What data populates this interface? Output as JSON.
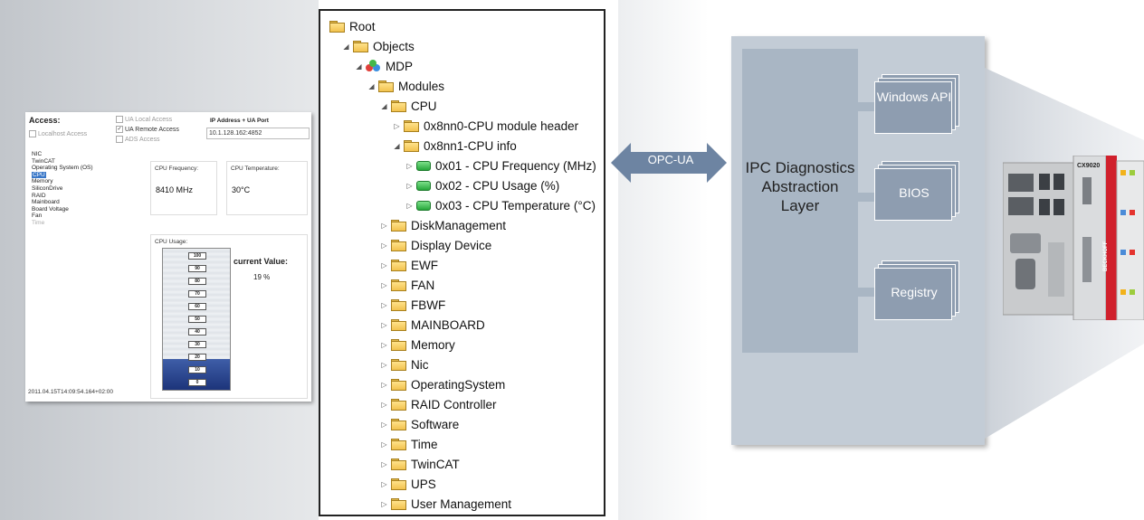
{
  "diag_window": {
    "access_title": "Access:",
    "localhost_access": "Localhost Access",
    "ua_local_access": "UA Local Access",
    "ua_remote_access": "UA Remote Access",
    "ads_access": "ADS Access",
    "ip_label": "IP Address + UA Port",
    "ip_value": "10.1.128.162:4852",
    "nav_items": [
      "NIC",
      "TwinCAT",
      "Operating System (OS)",
      "CPU",
      "Memory",
      "SiliconDrive",
      "RAID",
      "Mainboard",
      "Board Voltage",
      "Fan",
      "Time"
    ],
    "cpu_freq_title": "CPU Frequency:",
    "cpu_freq_value": "8410 MHz",
    "cpu_temp_title": "CPU Temperature:",
    "cpu_temp_value": "30°C",
    "cpu_usage_title": "CPU Usage:",
    "gauge_ticks": [
      "100",
      "90",
      "80",
      "70",
      "60",
      "50",
      "40",
      "30",
      "20",
      "10",
      "0"
    ],
    "gauge_level": 0.19,
    "current_value_title": "current Value:",
    "current_value": "19 %",
    "timestamp": "2011.04.15T14:09:54.164+02:00"
  },
  "tree": {
    "nodes": [
      {
        "label": "Root",
        "level": 0,
        "icon": "folder",
        "expanded": null
      },
      {
        "label": "Objects",
        "level": 1,
        "icon": "folder",
        "expanded": true
      },
      {
        "label": "MDP",
        "level": 2,
        "icon": "mdp",
        "expanded": true
      },
      {
        "label": "Modules",
        "level": 3,
        "icon": "folder",
        "expanded": true
      },
      {
        "label": "CPU",
        "level": 4,
        "icon": "folder",
        "expanded": true
      },
      {
        "label": "0x8nn0-CPU module header",
        "level": 5,
        "icon": "folder",
        "expanded": false
      },
      {
        "label": "0x8nn1-CPU info",
        "level": 5,
        "icon": "folder",
        "expanded": true
      },
      {
        "label": "0x01 - CPU Frequency (MHz)",
        "level": 6,
        "icon": "variable",
        "expanded": false
      },
      {
        "label": "0x02 - CPU Usage (%)",
        "level": 6,
        "icon": "variable",
        "expanded": false
      },
      {
        "label": "0x03 - CPU Temperature (°C)",
        "level": 6,
        "icon": "variable",
        "expanded": false
      },
      {
        "label": "DiskManagement",
        "level": 4,
        "icon": "folder",
        "expanded": false
      },
      {
        "label": "Display Device",
        "level": 4,
        "icon": "folder",
        "expanded": false
      },
      {
        "label": "EWF",
        "level": 4,
        "icon": "folder",
        "expanded": false
      },
      {
        "label": "FAN",
        "level": 4,
        "icon": "folder",
        "expanded": false
      },
      {
        "label": "FBWF",
        "level": 4,
        "icon": "folder",
        "expanded": false
      },
      {
        "label": "MAINBOARD",
        "level": 4,
        "icon": "folder",
        "expanded": false
      },
      {
        "label": "Memory",
        "level": 4,
        "icon": "folder",
        "expanded": false
      },
      {
        "label": "Nic",
        "level": 4,
        "icon": "folder",
        "expanded": false
      },
      {
        "label": "OperatingSystem",
        "level": 4,
        "icon": "folder",
        "expanded": false
      },
      {
        "label": "RAID Controller",
        "level": 4,
        "icon": "folder",
        "expanded": false
      },
      {
        "label": "Software",
        "level": 4,
        "icon": "folder",
        "expanded": false
      },
      {
        "label": "Time",
        "level": 4,
        "icon": "folder",
        "expanded": false
      },
      {
        "label": "TwinCAT",
        "level": 4,
        "icon": "folder",
        "expanded": false
      },
      {
        "label": "UPS",
        "level": 4,
        "icon": "folder",
        "expanded": false
      },
      {
        "label": "User Management",
        "level": 4,
        "icon": "folder",
        "expanded": false
      }
    ]
  },
  "opc_label": "OPC-UA",
  "ipc_layer_label": "IPC Diagnostics Abstraction Layer",
  "sources": [
    "Windows API",
    "BIOS",
    "Registry"
  ],
  "device": {
    "model_label": "CX9020",
    "brand_label": "BECKHOFF"
  },
  "colors": {
    "box_bg": "#c3ccd6",
    "layer_bg": "#a9b6c4",
    "sheet_bg": "#8e9db0",
    "arrow": "#6d84a2",
    "brand_red": "#d0202c"
  }
}
